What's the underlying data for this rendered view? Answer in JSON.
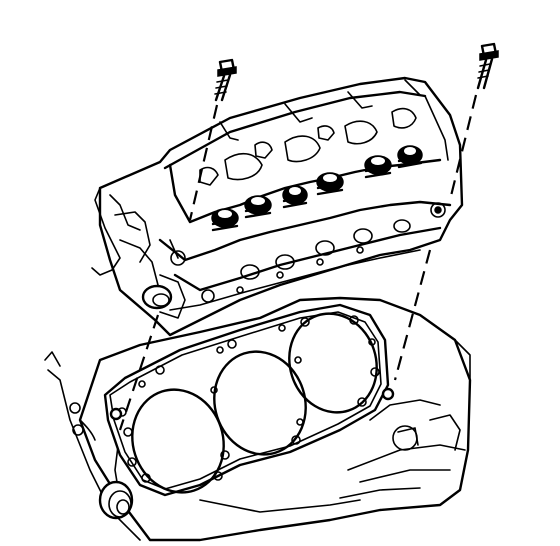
{
  "figure": {
    "stroke_color": "#000000",
    "background_color": "#ffffff",
    "parts": [
      "cylinder-head",
      "head-gasket",
      "engine-block",
      "head-bolt-left",
      "head-bolt-right"
    ]
  }
}
